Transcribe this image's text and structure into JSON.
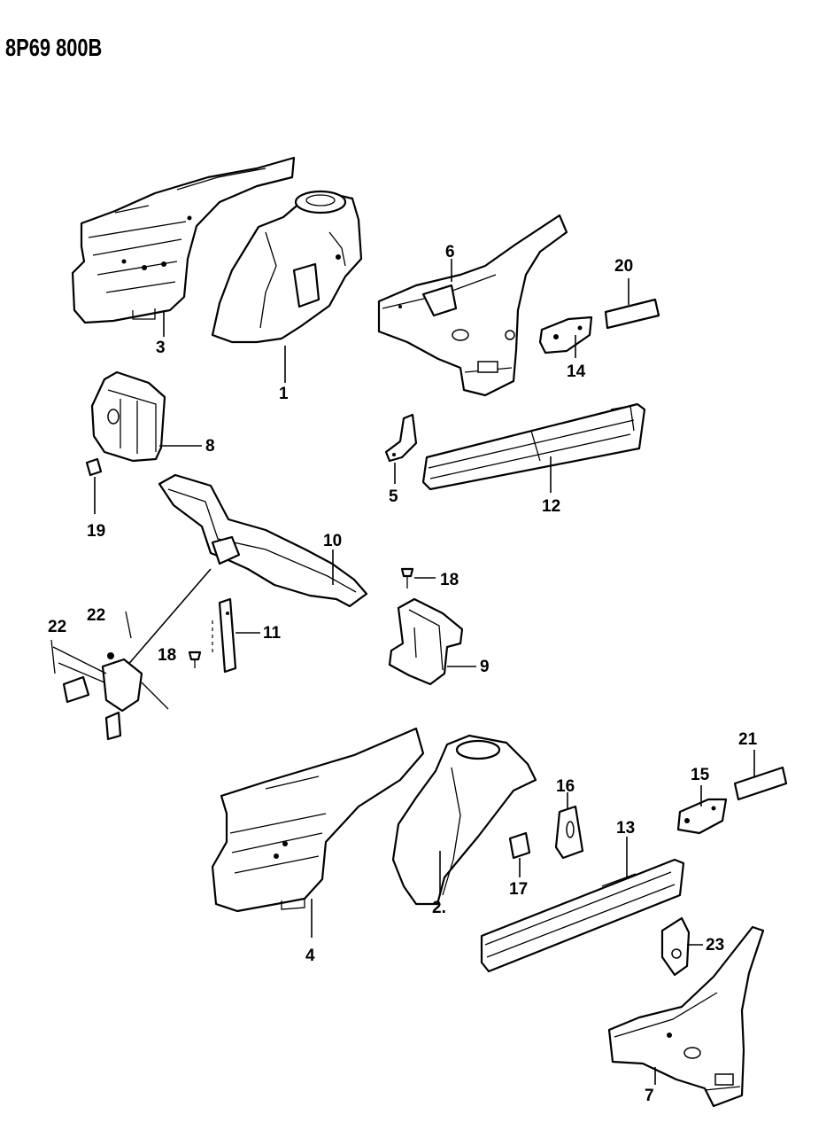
{
  "document_id": "8P69 800B",
  "callouts": {
    "c1": "1",
    "c2": "2.",
    "c3": "3",
    "c4": "4",
    "c5": "5",
    "c6": "6",
    "c7": "7",
    "c8": "8",
    "c9": "9",
    "c10": "10",
    "c11": "11",
    "c12": "12",
    "c13": "13",
    "c14": "14",
    "c15": "15",
    "c16": "16",
    "c17": "17",
    "c18a": "18",
    "c18b": "18",
    "c19": "19",
    "c20": "20",
    "c21": "21",
    "c22a": "22",
    "c22b": "22",
    "c23": "23"
  }
}
